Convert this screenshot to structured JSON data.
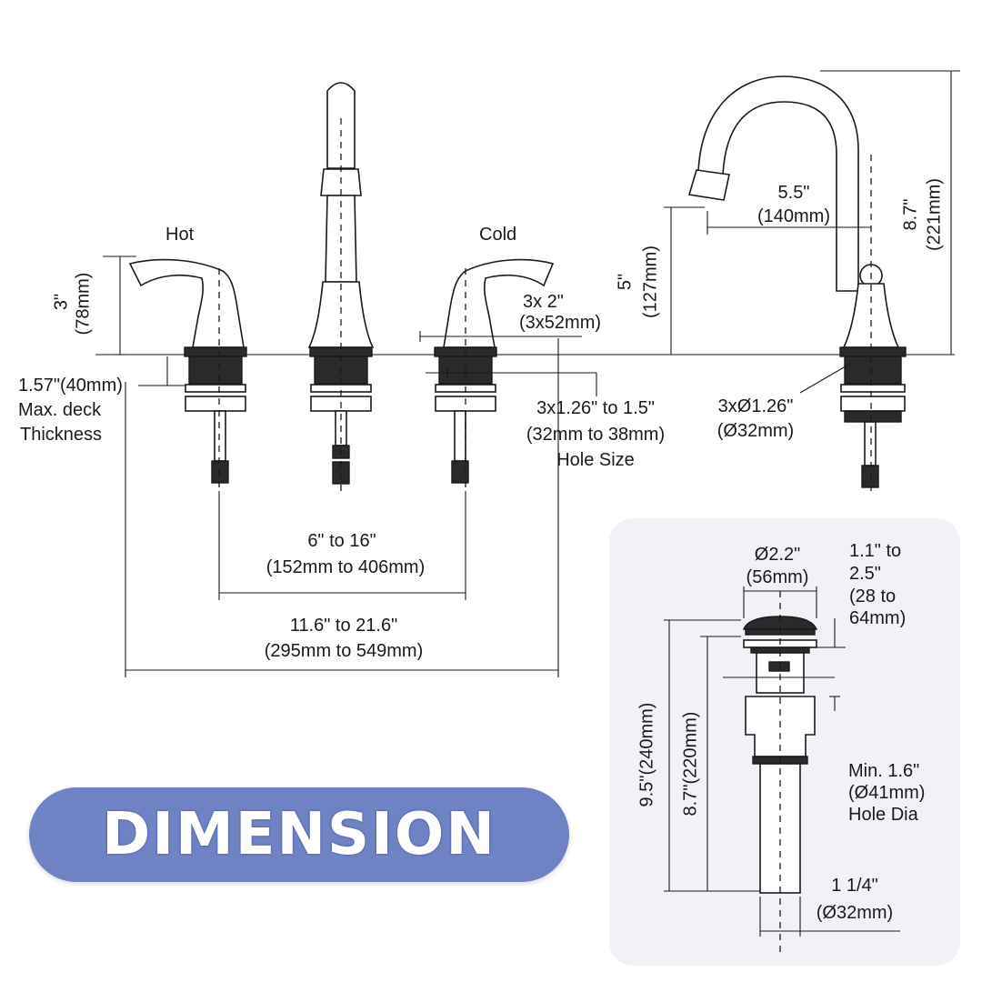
{
  "colors": {
    "banner": "#6f82c4",
    "panel": "#f1f2f7",
    "line": "#1a1a1a"
  },
  "faucet": {
    "hot_label": "Hot",
    "cold_label": "Cold",
    "handle_height": {
      "in": "3\"",
      "mm": "(78mm)"
    },
    "deck_thickness": {
      "l1": "1.57\"(40mm)",
      "l2": "Max. deck",
      "l3": "Thickness"
    },
    "handle_width": {
      "in": "3x 2\"",
      "mm": "(3x52mm)"
    },
    "hole_size": {
      "in": "3x1.26\" to 1.5\"",
      "mm": "(32mm to 38mm)",
      "caption": "Hole Size"
    },
    "handle_spacing": {
      "in": "6\" to 16\"",
      "mm": "(152mm to 406mm)"
    },
    "overall_spacing": {
      "in": "11.6\" to 21.6\"",
      "mm": "(295mm to 549mm)"
    }
  },
  "spout": {
    "reach": {
      "in": "5.5\"",
      "mm": "(140mm)"
    },
    "spout_height": {
      "in": "5\"",
      "mm": "(127mm)"
    },
    "total_height": {
      "in": "8.7\"",
      "mm": "(221mm)"
    },
    "base_dia": {
      "in": "3xØ1.26\"",
      "mm": "(Ø32mm)"
    }
  },
  "drain": {
    "cap_dia": {
      "in": "Ø2.2\"",
      "mm": "(56mm)"
    },
    "body_length": {
      "l1": "1.1\" to",
      "l2": "2.5\"",
      "l3": "(28 to",
      "l4": "64mm)"
    },
    "total_length": "9.5\"(240mm)",
    "tail_length": "8.7\"(220mm)",
    "hole_dia": {
      "l1": "Min. 1.6\"",
      "l2": "(Ø41mm)",
      "l3": "Hole Dia"
    },
    "tail_dia": {
      "in": "1 1/4\"",
      "mm": "(Ø32mm)"
    }
  },
  "banner": {
    "text": "DIMENSION"
  }
}
